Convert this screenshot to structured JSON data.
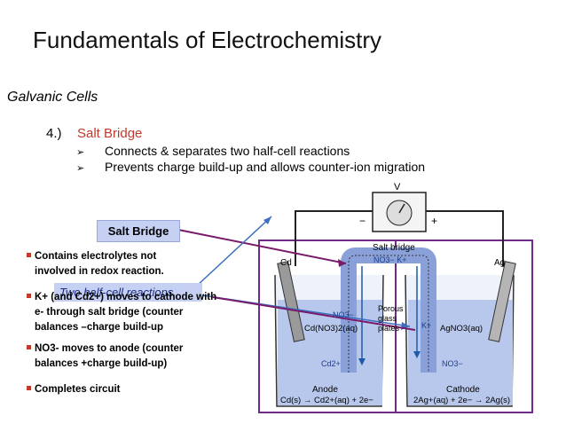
{
  "title": "Fundamentals of Electrochemistry",
  "subtitle": "Galvanic Cells",
  "section": {
    "number": "4.)",
    "heading": "Salt Bridge",
    "bullets": [
      "Connects & separates two half-cell reactions",
      "Prevents charge build-up and allows counter-ion migration"
    ]
  },
  "callouts": {
    "salt_bridge": "Salt Bridge",
    "two_half_cell": "Two half-cell reactions"
  },
  "notes": [
    {
      "line1": "Contains electrolytes not",
      "line2": "involved in redox reaction."
    },
    {
      "line1": "K+ (and Cd2+) moves to cathode with",
      "line2": "e- through salt bridge (counter",
      "line3": "balances –charge build-up"
    },
    {
      "line1": "NO3- moves to anode (counter",
      "line2": "balances +charge build-up)"
    },
    {
      "line1": "Completes circuit"
    }
  ],
  "diagram": {
    "voltmeter_label": "V",
    "minus": "−",
    "plus": "+",
    "salt_bridge_label": "Salt bridge",
    "bridge_ions": "NO3−  K+",
    "left_electrode": "Cd",
    "right_electrode": "Ag",
    "porous": [
      "Porous",
      "glass",
      "plates"
    ],
    "left_solution": "Cd(NO3)2(aq)",
    "right_solution": "AgNO3(aq)",
    "left_ion_no3": "NO3−",
    "left_ion_cd": "Cd2+",
    "right_ion_k": "K+",
    "right_ion_no3": "NO3−",
    "anode_label": "Anode",
    "anode_reaction": "Cd(s) → Cd2+(aq) + 2e−",
    "cathode_label": "Cathode",
    "cathode_reaction": "2Ag+(aq) + 2e− → 2Ag(s)",
    "colors": {
      "arrow": "#7a1a6a",
      "frame": "#6f2a8a",
      "bridge": "#8aa0d8",
      "solution": "#b8c8ec"
    }
  }
}
